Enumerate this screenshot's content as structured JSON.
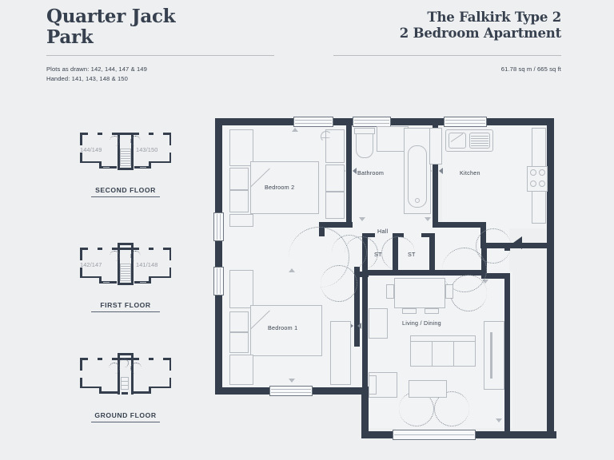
{
  "header": {
    "brand_line1": "Quarter Jack",
    "brand_line2": "Park",
    "plan_title_line1": "The Falkirk Type 2",
    "plan_title_line2": "2 Bedroom Apartment",
    "plots_as_drawn": "Plots as drawn: 142, 144, 147 & 149",
    "handed": "Handed: 141, 143, 148 & 150",
    "area": "61.78 sq m / 665 sq ft"
  },
  "key_plans": [
    {
      "caption": "SECOND FLOOR",
      "label_left": "144/149",
      "label_right": "143/150"
    },
    {
      "caption": "FIRST FLOOR",
      "label_left": "142/147",
      "label_right": "141/148"
    },
    {
      "caption": "GROUND FLOOR",
      "label_left": "",
      "label_right": ""
    }
  ],
  "floorplan": {
    "rooms": [
      {
        "name": "Bedroom 2"
      },
      {
        "name": "Bathroom"
      },
      {
        "name": "Kitchen"
      },
      {
        "name": "Hall"
      },
      {
        "name": "ST"
      },
      {
        "name": "ST"
      },
      {
        "name": "Bedroom 1"
      },
      {
        "name": "Living / Dining"
      }
    ],
    "entrance_marker": "left-pointing-triangle"
  },
  "colors": {
    "wall": "#343e4c",
    "background": "#eeeff0",
    "room_fill": "#f2f3f4",
    "furniture_line": "#b6bbc1",
    "text": "#36404e",
    "muted_text": "#979ca4"
  }
}
